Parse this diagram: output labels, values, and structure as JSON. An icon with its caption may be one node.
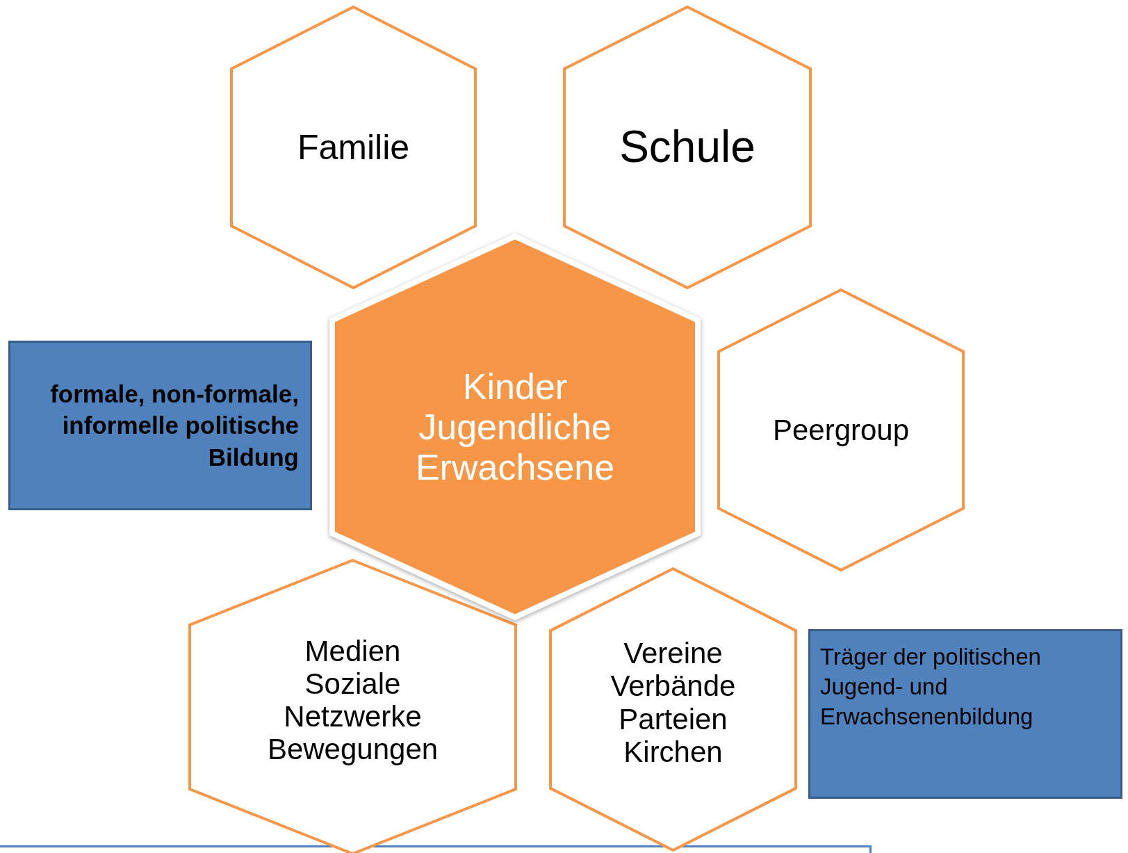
{
  "diagram": {
    "nodes": [
      {
        "text": [
          "Familie"
        ]
      },
      {
        "text": [
          "Schule"
        ]
      },
      {
        "text": [
          "formale, non-formale, informelle politische Bildung"
        ]
      },
      {
        "text": [
          "Kinder Jugendliche Erwachsene"
        ]
      },
      {
        "text": [
          "Peergroup"
        ]
      },
      {
        "text": [
          "Medien Soziale Netzwerke Bewegungen"
        ]
      },
      {
        "text": [
          "Vereine Verbände Parteien Kirchen"
        ]
      },
      {
        "text": [
          "Träger der politischen Jugend- und Erwachsenenbildung"
        ]
      }
    ]
  }
}
